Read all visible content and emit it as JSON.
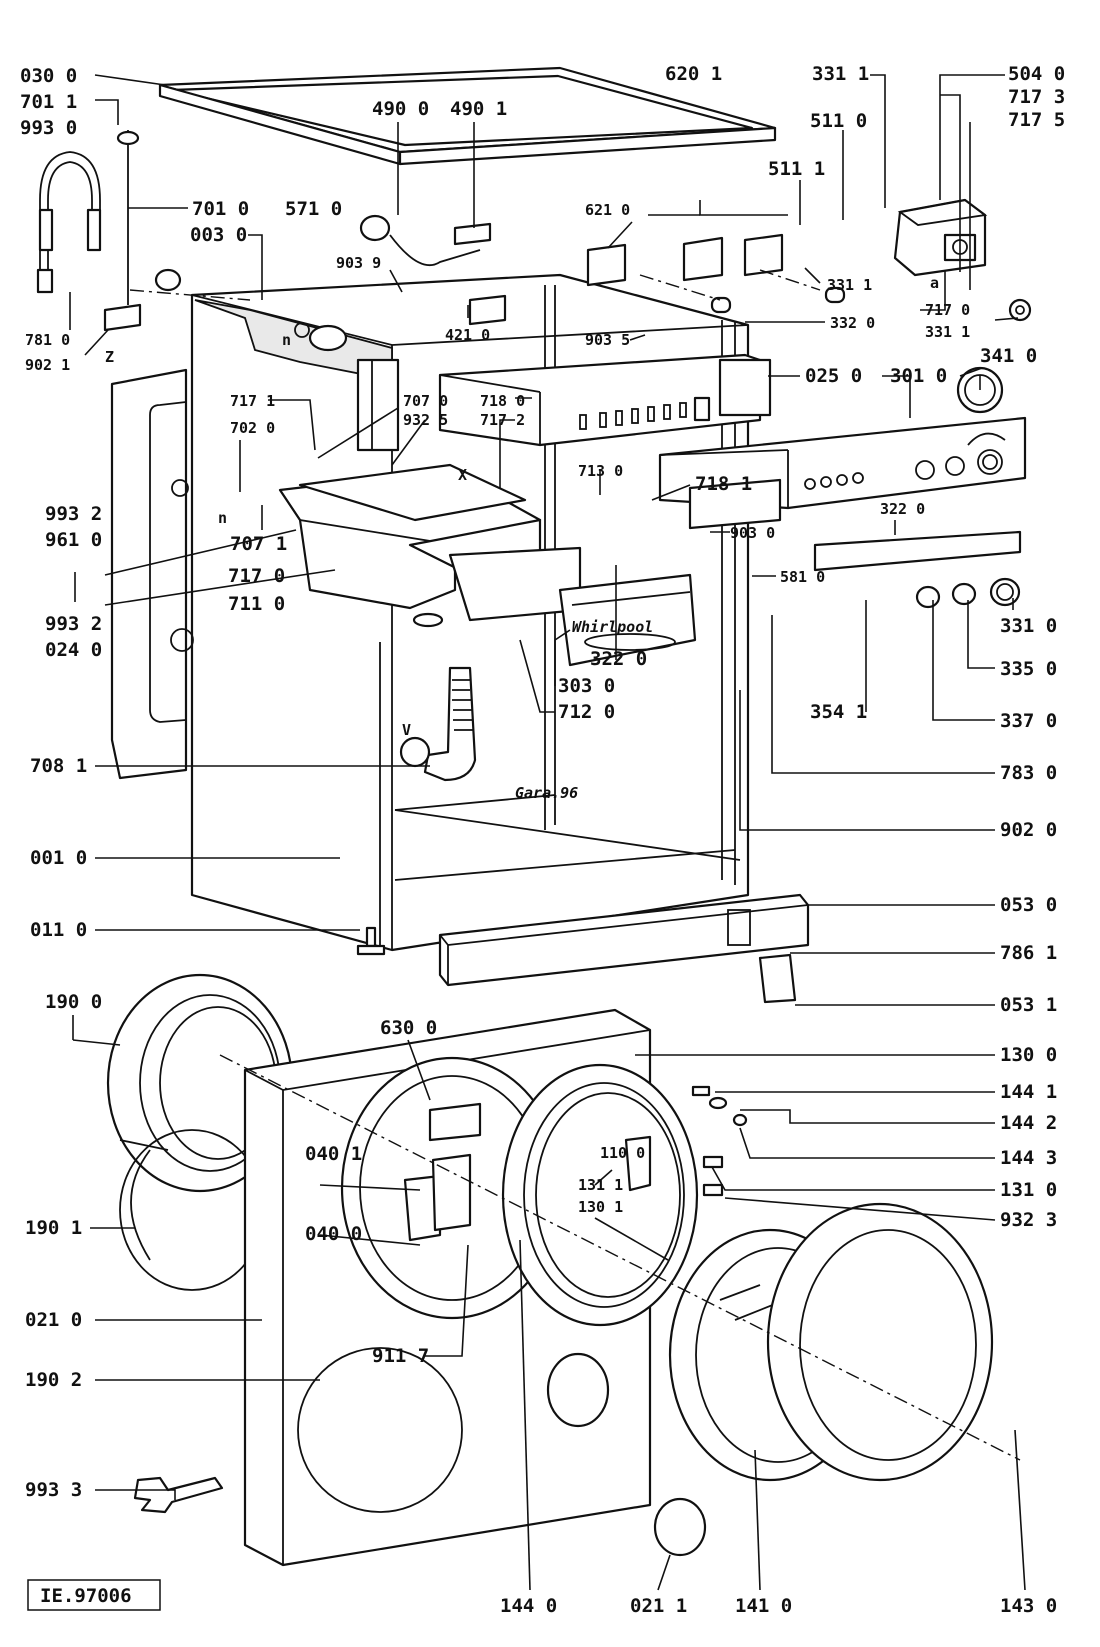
{
  "reference": "IE.97006",
  "brand_mark": "Whirlpool",
  "date_mark": "Gara.96",
  "callouts": [
    {
      "id": "0300",
      "text": "030 0"
    },
    {
      "id": "7011",
      "text": "701 1"
    },
    {
      "id": "9930",
      "text": "993 0"
    },
    {
      "id": "4900",
      "text": "490 0"
    },
    {
      "id": "4901",
      "text": "490 1"
    },
    {
      "id": "6201",
      "text": "620 1"
    },
    {
      "id": "3311a",
      "text": "331 1"
    },
    {
      "id": "5040",
      "text": "504 0"
    },
    {
      "id": "7173",
      "text": "717 3"
    },
    {
      "id": "7175",
      "text": "717 5"
    },
    {
      "id": "5110",
      "text": "511 0"
    },
    {
      "id": "5111",
      "text": "511 1"
    },
    {
      "id": "7010",
      "text": "701 0"
    },
    {
      "id": "0030",
      "text": "003 0"
    },
    {
      "id": "5710",
      "text": "571 0"
    },
    {
      "id": "6210",
      "text": "621 0"
    },
    {
      "id": "9039",
      "text": "903 9"
    },
    {
      "id": "3311b",
      "text": "331 1"
    },
    {
      "id": "7170a",
      "text": "717 0"
    },
    {
      "id": "3311c",
      "text": "331 1"
    },
    {
      "id": "3320",
      "text": "332 0"
    },
    {
      "id": "7810",
      "text": "781 0"
    },
    {
      "id": "9021a",
      "text": "902 1"
    },
    {
      "id": "Z",
      "text": "Z"
    },
    {
      "id": "4210",
      "text": "421 0"
    },
    {
      "id": "9035",
      "text": "903 5"
    },
    {
      "id": "0250",
      "text": "025 0"
    },
    {
      "id": "3010",
      "text": "301 0"
    },
    {
      "id": "3410",
      "text": "341 0"
    },
    {
      "id": "7171",
      "text": "717 1"
    },
    {
      "id": "7070",
      "text": "707 0"
    },
    {
      "id": "9325",
      "text": "932 5"
    },
    {
      "id": "7180",
      "text": "718 0"
    },
    {
      "id": "7172",
      "text": "717 2"
    },
    {
      "id": "7020",
      "text": "702 0"
    },
    {
      "id": "9932a",
      "text": "993 2"
    },
    {
      "id": "9610",
      "text": "961 0"
    },
    {
      "id": "7130",
      "text": "713 0"
    },
    {
      "id": "7181",
      "text": "718 1"
    },
    {
      "id": "3220a",
      "text": "322 0"
    },
    {
      "id": "7071",
      "text": "707 1"
    },
    {
      "id": "9030",
      "text": "903 0"
    },
    {
      "id": "7170b",
      "text": "717 0"
    },
    {
      "id": "5810",
      "text": "581 0"
    },
    {
      "id": "7110",
      "text": "711 0"
    },
    {
      "id": "9932b",
      "text": "993 2"
    },
    {
      "id": "0240",
      "text": "024 0"
    },
    {
      "id": "3310",
      "text": "331 0"
    },
    {
      "id": "3220b",
      "text": "322 0"
    },
    {
      "id": "3350",
      "text": "335 0"
    },
    {
      "id": "3030",
      "text": "303 0"
    },
    {
      "id": "7120",
      "text": "712 0"
    },
    {
      "id": "3541",
      "text": "354 1"
    },
    {
      "id": "3370",
      "text": "337 0"
    },
    {
      "id": "7081",
      "text": "708 1"
    },
    {
      "id": "7830",
      "text": "783 0"
    },
    {
      "id": "9020",
      "text": "902 0"
    },
    {
      "id": "0010",
      "text": "001 0"
    },
    {
      "id": "0530",
      "text": "053 0"
    },
    {
      "id": "0110",
      "text": "011 0"
    },
    {
      "id": "7861",
      "text": "786 1"
    },
    {
      "id": "1900",
      "text": "190 0"
    },
    {
      "id": "0531",
      "text": "053 1"
    },
    {
      "id": "6300",
      "text": "630 0"
    },
    {
      "id": "1300",
      "text": "130 0"
    },
    {
      "id": "1441",
      "text": "144 1"
    },
    {
      "id": "1442",
      "text": "144 2"
    },
    {
      "id": "0401",
      "text": "040 1"
    },
    {
      "id": "1100",
      "text": "110 0"
    },
    {
      "id": "1443",
      "text": "144 3"
    },
    {
      "id": "1310",
      "text": "131 0"
    },
    {
      "id": "1311",
      "text": "131 1"
    },
    {
      "id": "1301",
      "text": "130 1"
    },
    {
      "id": "9323",
      "text": "932 3"
    },
    {
      "id": "0400",
      "text": "040 0"
    },
    {
      "id": "1901",
      "text": "190 1"
    },
    {
      "id": "0210",
      "text": "021 0"
    },
    {
      "id": "9117",
      "text": "911 7"
    },
    {
      "id": "1902",
      "text": "190 2"
    },
    {
      "id": "9933",
      "text": "993 3"
    },
    {
      "id": "1440",
      "text": "144 0"
    },
    {
      "id": "0211",
      "text": "021 1"
    },
    {
      "id": "1410",
      "text": "141 0"
    },
    {
      "id": "1430",
      "text": "143 0"
    }
  ],
  "marks": {
    "n": "n",
    "v": "V",
    "x": "X",
    "a": "a"
  }
}
